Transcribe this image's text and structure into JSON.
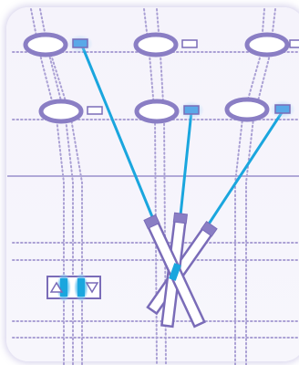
{
  "diagram": {
    "kind": "pipette-to-well-transfer",
    "colors": {
      "rail": "#aaa0d4",
      "divider": "#b0a8d8",
      "ring": "#8a7ec4",
      "ring_fill": "#ffffff",
      "slot_stroke": "#8a7ec4",
      "slot_active": "#5aa8e8",
      "glow": "#9fd0f8",
      "line": "#1aa6de",
      "pipette_stroke": "#7a6cb8",
      "pipette_fill": "#ffffff",
      "pipette_cap": "#8a7ec4"
    },
    "top_row": [
      {
        "id": "A1",
        "slot_state": "active"
      },
      {
        "id": "A2",
        "slot_state": "empty"
      },
      {
        "id": "A3",
        "slot_state": "empty"
      }
    ],
    "second_row": [
      {
        "id": "B1",
        "slot_state": "empty"
      },
      {
        "id": "B2",
        "slot_state": "active"
      },
      {
        "id": "B3",
        "slot_state": "active"
      }
    ],
    "transfers": [
      {
        "from": "A1",
        "to": "pipette-1"
      },
      {
        "from": "B2",
        "to": "pipette-2"
      },
      {
        "from": "B3",
        "to": "pipette-3"
      }
    ],
    "control": {
      "up_icon": "up-triangle-icon",
      "down_icon": "down-triangle-icon"
    }
  }
}
